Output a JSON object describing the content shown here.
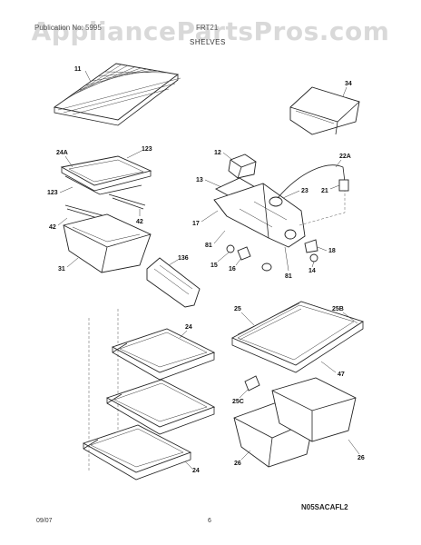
{
  "watermark": "AppliancePartsPros.com",
  "header": {
    "left_text": "Publication No: 5995",
    "right_text": "FRT21"
  },
  "section_title": "SHELVES",
  "diagram_code": "N05SACAFL2",
  "footer": {
    "date": "09/07",
    "page": "6"
  },
  "callouts": {
    "c11": "11",
    "c34": "34",
    "c24A": "24A",
    "c123a": "123",
    "c123b": "123",
    "c42a": "42",
    "c42b": "42",
    "c31": "31",
    "c136": "136",
    "c12": "12",
    "c13": "13",
    "c22A": "22A",
    "c23": "23",
    "c21": "21",
    "c17": "17",
    "c81a": "81",
    "c81b": "81",
    "c18": "18",
    "c15": "15",
    "c16": "16",
    "c14": "14",
    "c25": "25",
    "c25B": "25B",
    "c47": "47",
    "c24a": "24",
    "c24b": "24",
    "c25C": "25C",
    "c26a": "26",
    "c26b": "26"
  }
}
